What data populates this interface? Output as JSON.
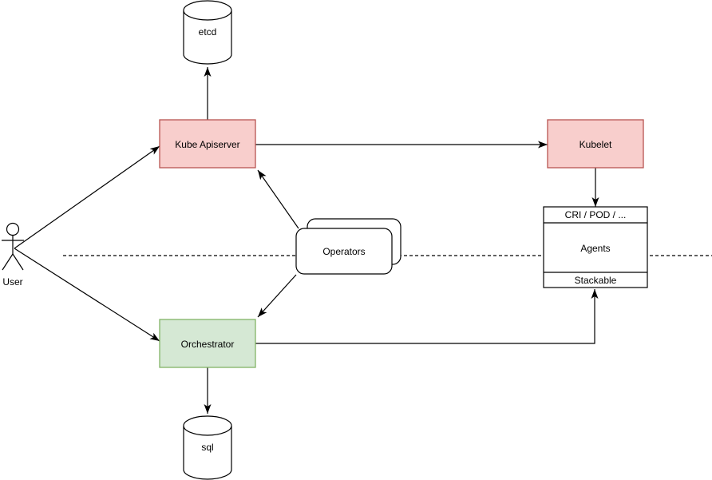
{
  "diagram": {
    "kind": "architecture-diagram",
    "colors": {
      "background": "#ffffff",
      "line": "#000000",
      "red-fill": "#f8cecc",
      "red-stroke": "#b85450",
      "green-fill": "#d5e8d4",
      "green-stroke": "#82b366"
    },
    "nodes": {
      "etcd": {
        "label": "etcd",
        "shape": "database-cylinder"
      },
      "kube_apiserver": {
        "label": "Kube Apiserver",
        "shape": "rectangle",
        "color": "red"
      },
      "kubelet": {
        "label": "Kubelet",
        "shape": "rectangle",
        "color": "red"
      },
      "agents": {
        "header": "CRI / POD / ...",
        "body": "Agents",
        "footer": "Stackable",
        "shape": "three-section-box"
      },
      "operators": {
        "label": "Operators",
        "shape": "stacked-rounded-rectangles"
      },
      "orchestrator": {
        "label": "Orchestrator",
        "shape": "rectangle",
        "color": "green"
      },
      "sql": {
        "label": "sql",
        "shape": "database-cylinder"
      },
      "user": {
        "label": "User",
        "shape": "actor-stick-figure"
      }
    },
    "edges": [
      {
        "from": "kube_apiserver",
        "to": "etcd",
        "arrow": "end"
      },
      {
        "from": "user",
        "to": "kube_apiserver",
        "arrow": "end"
      },
      {
        "from": "user",
        "to": "orchestrator",
        "arrow": "end"
      },
      {
        "from": "kube_apiserver",
        "to": "kubelet",
        "arrow": "end"
      },
      {
        "from": "kubelet",
        "to": "agents",
        "arrow": "end"
      },
      {
        "from": "operators",
        "to": "kube_apiserver",
        "arrow": "end"
      },
      {
        "from": "operators",
        "to": "orchestrator",
        "arrow": "end"
      },
      {
        "from": "orchestrator",
        "to": "agents",
        "arrow": "end"
      },
      {
        "from": "orchestrator",
        "to": "sql",
        "arrow": "end"
      },
      {
        "type": "dashed-separator",
        "orientation": "horizontal"
      }
    ]
  }
}
